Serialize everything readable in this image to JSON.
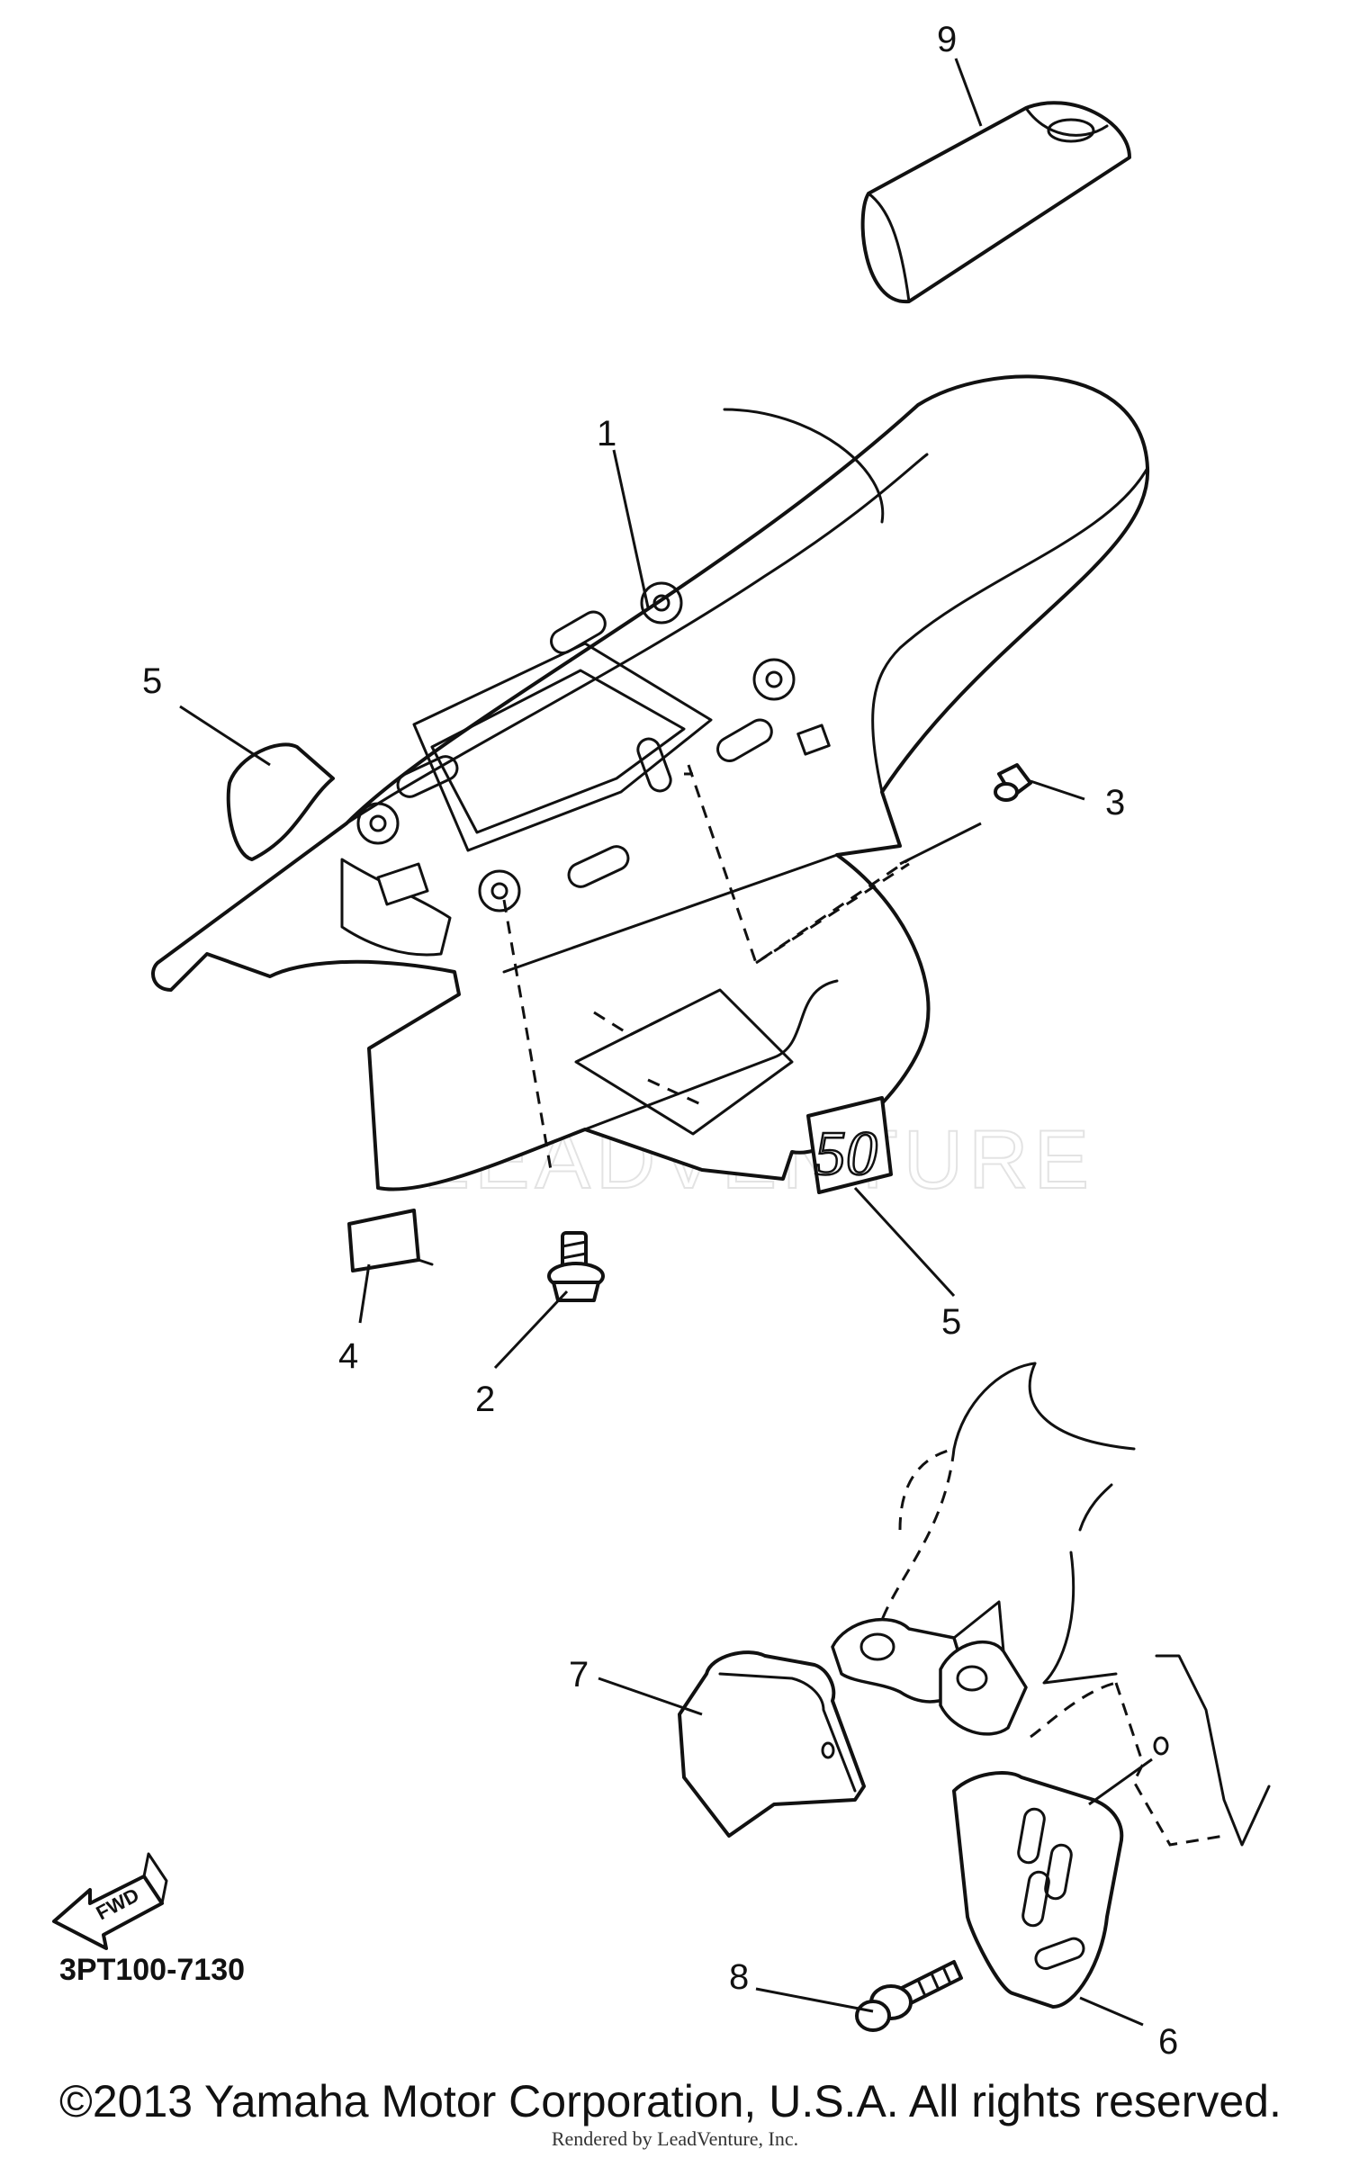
{
  "diagram": {
    "callouts": [
      "9",
      "1",
      "5",
      "3",
      "4",
      "2",
      "5",
      "7",
      "8",
      "6"
    ],
    "emblem_text": "50",
    "fwd_label": "FWD",
    "watermark_text": "LEADVENTURE"
  },
  "footer": {
    "diagram_code": "3PT100-7130",
    "copyright": "©2013 Yamaha Motor Corporation, U.S.A. All rights reserved.",
    "rendered_by": "Rendered by LeadVenture, Inc."
  }
}
